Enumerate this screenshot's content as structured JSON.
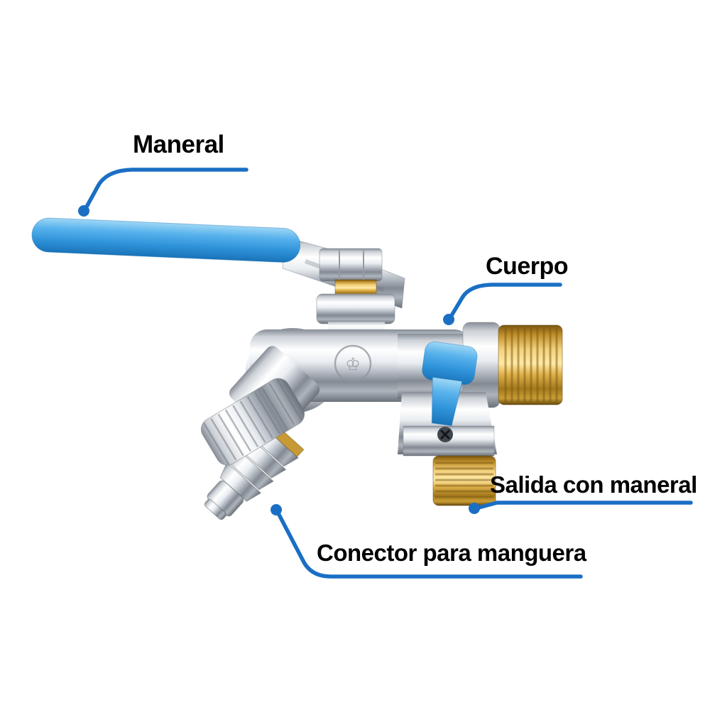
{
  "labels": {
    "maneral": "Maneral",
    "cuerpo": "Cuerpo",
    "salida_con_maneral": "Salida con maneral",
    "conector_para_manguera": "Conector para manguera"
  },
  "colors": {
    "background": "#ffffff",
    "label_text": "#000000",
    "leader_line": "#1a6fc4",
    "handle_blue": "#47a9e8",
    "chrome": "#c9ced5",
    "brass": "#d8a843"
  }
}
